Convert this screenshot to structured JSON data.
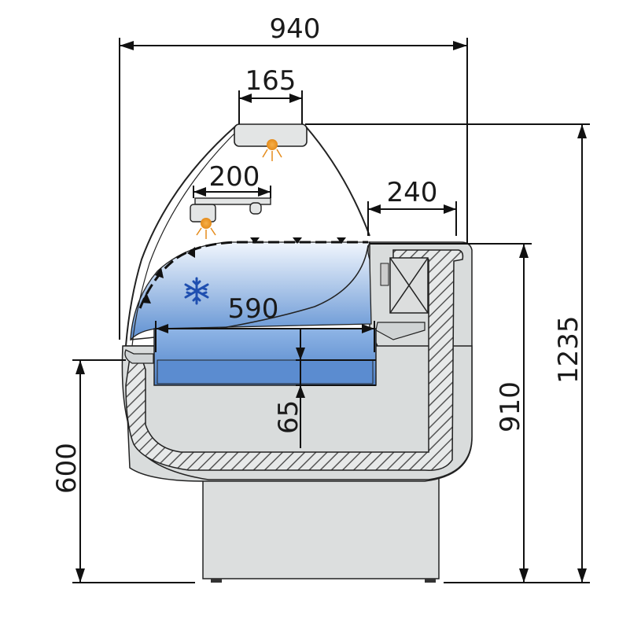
{
  "dimensions": {
    "overall_width": "940",
    "canopy_width": "165",
    "shelf_width": "200",
    "top_deck_width": "240",
    "display_depth": "590",
    "tray_height": "65",
    "base_height": "600",
    "counter_height": "910",
    "total_height": "1235"
  },
  "icons": {
    "cold": "snowflake-icon",
    "light": "lamp-icon"
  },
  "colors": {
    "line": "#111111",
    "body_fill": "#d9dcdc",
    "insulation_hatch": "#555555",
    "cold_zone_top": "#e8f1fb",
    "cold_zone_bottom": "#5b8fd0",
    "lamp": "#f4a53a",
    "snowflake": "#1f4fb0"
  }
}
